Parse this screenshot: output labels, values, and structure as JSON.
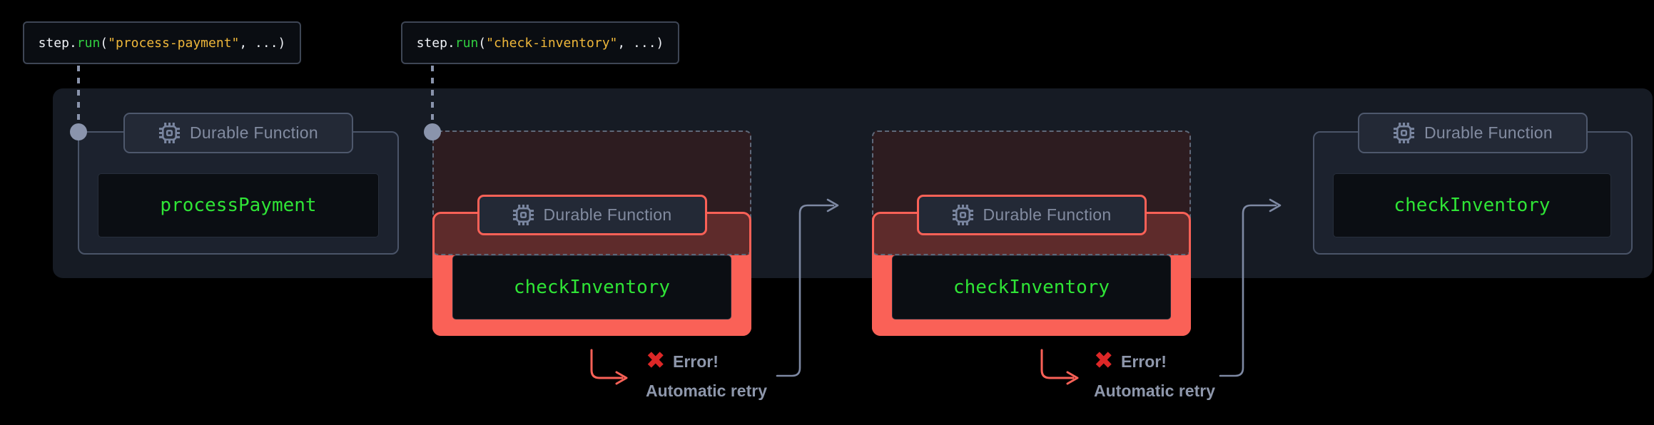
{
  "tooltips": [
    {
      "tokens": [
        {
          "t": "step."
        },
        {
          "t": "run"
        },
        {
          "t": "("
        },
        {
          "t": "\"process-payment\""
        },
        {
          "t": ", ...)"
        }
      ]
    },
    {
      "tokens": [
        {
          "t": "step."
        },
        {
          "t": "run"
        },
        {
          "t": "("
        },
        {
          "t": "\"check-inventory\""
        },
        {
          "t": ", ...)"
        }
      ]
    }
  ],
  "groups": [
    {
      "state": "normal",
      "badge_label": "Durable Function",
      "code_label": "processPayment"
    },
    {
      "state": "error",
      "badge_label": "Durable Function",
      "code_label": "checkInventory"
    },
    {
      "state": "error",
      "badge_label": "Durable Function",
      "code_label": "checkInventory"
    },
    {
      "state": "normal",
      "badge_label": "Durable Function",
      "code_label": "checkInventory"
    }
  ],
  "annotations": [
    {
      "error_label": "Error!",
      "retry_label": "Automatic retry"
    },
    {
      "error_label": "Error!",
      "retry_label": "Automatic retry"
    }
  ],
  "icons": {
    "badge_icon": "chip-icon",
    "error_icon": "error-x-icon",
    "connector_end": "connector-dot"
  },
  "colors": {
    "background": "#000000",
    "band": "#161b24",
    "box_fill": "#1c222e",
    "box_border": "#4a5468",
    "badge_fill": "#232936",
    "badge_border": "#4e586c",
    "badge_text": "#828ba0",
    "icon_gray": "#7a86a0",
    "code_box_fill": "#0b0e13",
    "code_green": "#2fe436",
    "error_salmon": "#fa6157",
    "ghost_fill": "rgba(52,29,32,0.79)",
    "ghost_border": "#5f6879",
    "connector_gray": "#8a94ac",
    "retry_arrow_gray": "#7e89a3",
    "error_x_red": "#dd2727",
    "annotation_text": "#8e97ab",
    "tooltip_bg": "#0a0d12",
    "tooltip_border": "#3e4655",
    "code_plain": "#eef1f6",
    "code_fn_green": "#31cf40",
    "code_string_yellow": "#efb73a"
  }
}
